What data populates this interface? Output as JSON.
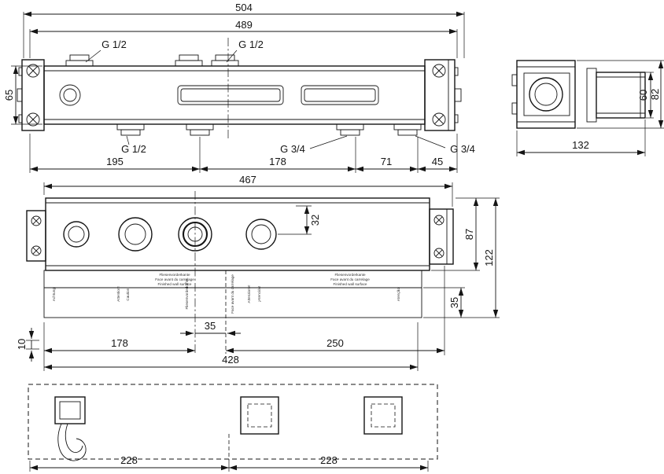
{
  "drawing": {
    "top_view": {
      "width_overall": "504",
      "width_inner": "489",
      "thread_top_left": "G 1/2",
      "thread_top_center": "G 1/2",
      "body_height": "65",
      "thread_bottom_left": "G 1/2",
      "thread_bottom_mid": "G 3/4",
      "thread_bottom_right": "G 3/4",
      "span_1": "195",
      "span_2": "178",
      "span_3": "71",
      "span_4": "45"
    },
    "side_view": {
      "bracket_height": "82",
      "housing_height": "60",
      "depth": "132"
    },
    "front_view": {
      "width": "467",
      "port_offset": "32",
      "body_height": "87",
      "total_height": "122",
      "tile_zone": "35",
      "center_gap": "35",
      "left_span": "178",
      "right_span": "250",
      "edge_offset": "10",
      "template_width": "428",
      "panel": {
        "wall_edge_lines": [
          "Fliesenvorderkante",
          "Face avant du carrelage",
          "Finished wall surface"
        ],
        "warnings": [
          "Achtung!",
          "Attention!",
          "Caution!",
          "Attenzione!",
          "¡Atención!",
          "Atenção!"
        ]
      }
    },
    "bottom_view": {
      "span_left": "228",
      "span_right": "228"
    }
  }
}
